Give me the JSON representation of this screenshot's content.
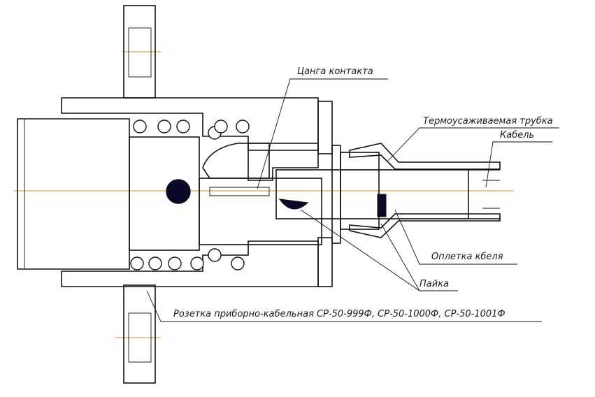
{
  "labels": {
    "collet": "Цанга контакта",
    "heat_shrink": "Термоусаживаемая трубка",
    "cable": "Кабель",
    "braid": "Оплетка кбеля",
    "solder": "Пайка",
    "socket": "Розетка приборно-кабельная СР-50-999Ф, СР-50-1000Ф, СР-50-1001Ф"
  },
  "colors": {
    "line": "#111111",
    "axis": "#d98a2b",
    "hatch": "#444444",
    "solder_fill": "#0a0a28"
  }
}
